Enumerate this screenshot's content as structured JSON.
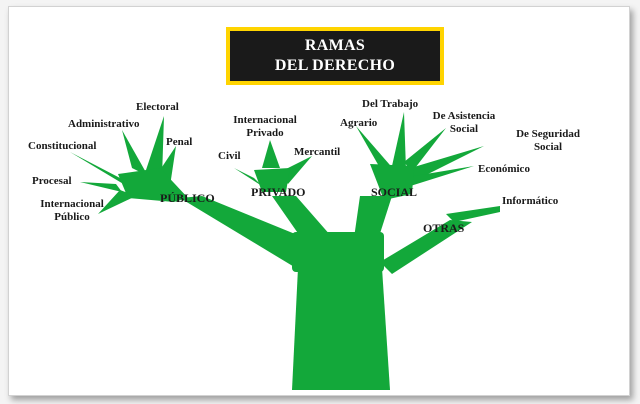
{
  "title": {
    "line1": "RAMAS",
    "line2": "DEL DERECHO"
  },
  "colors": {
    "tree": "#13a83a",
    "title_bg": "#1a1a1a",
    "title_border": "#ffd400"
  },
  "categories": {
    "publico": "PÚBLICO",
    "privado": "PRIVADO",
    "social": "SOCIAL",
    "otras": "OTRAS"
  },
  "publico_branches": {
    "electoral": "Electoral",
    "administrativo": "Administrativo",
    "penal": "Penal",
    "constitucional": "Constitucional",
    "procesal": "Procesal",
    "internacional_publico": [
      "Internacional",
      "Público"
    ]
  },
  "privado_branches": {
    "internacional_privado": [
      "Internacional",
      "Privado"
    ],
    "civil": "Civil",
    "mercantil": "Mercantil"
  },
  "social_branches": {
    "del_trabajo": "Del Trabajo",
    "agrario": "Agrario",
    "asistencia_social": [
      "De Asistencia",
      "Social"
    ],
    "seguridad_social": [
      "De Seguridad",
      "Social"
    ],
    "economico": "Económico"
  },
  "otras_branches": {
    "informatico": "Informático"
  }
}
